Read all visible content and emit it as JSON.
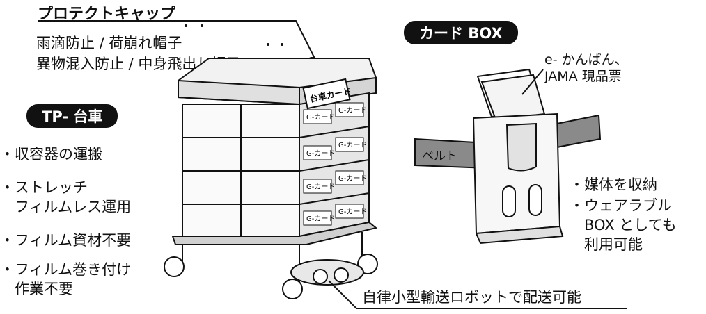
{
  "protect_cap": {
    "title": "プロテクトキャップ",
    "lines": [
      "雨滴防止 / 荷崩れ帽子",
      "異物混入防止 / 中身飛出し帽子"
    ]
  },
  "tp_cart": {
    "badge": "TP- 台車",
    "items": [
      "・収容器の運搬",
      "・ストレッチ\n　フィルムレス運用",
      "・フィルム資材不要",
      "・フィルム巻き付け\n　作業不要"
    ]
  },
  "card_box": {
    "badge": "カード BOX",
    "callout": "e- かんばん、\nJAMA 現品票",
    "belt_label": "ベルト",
    "features": [
      "・媒体を収納",
      "・ウェアラブル\n　BOX としても\n　利用可能"
    ]
  },
  "cart_illustration": {
    "cart_card_label": "台車カード",
    "g_card_label": "G-カード"
  },
  "robot_caption": "自律小型輸送ロボットで配送可能"
}
